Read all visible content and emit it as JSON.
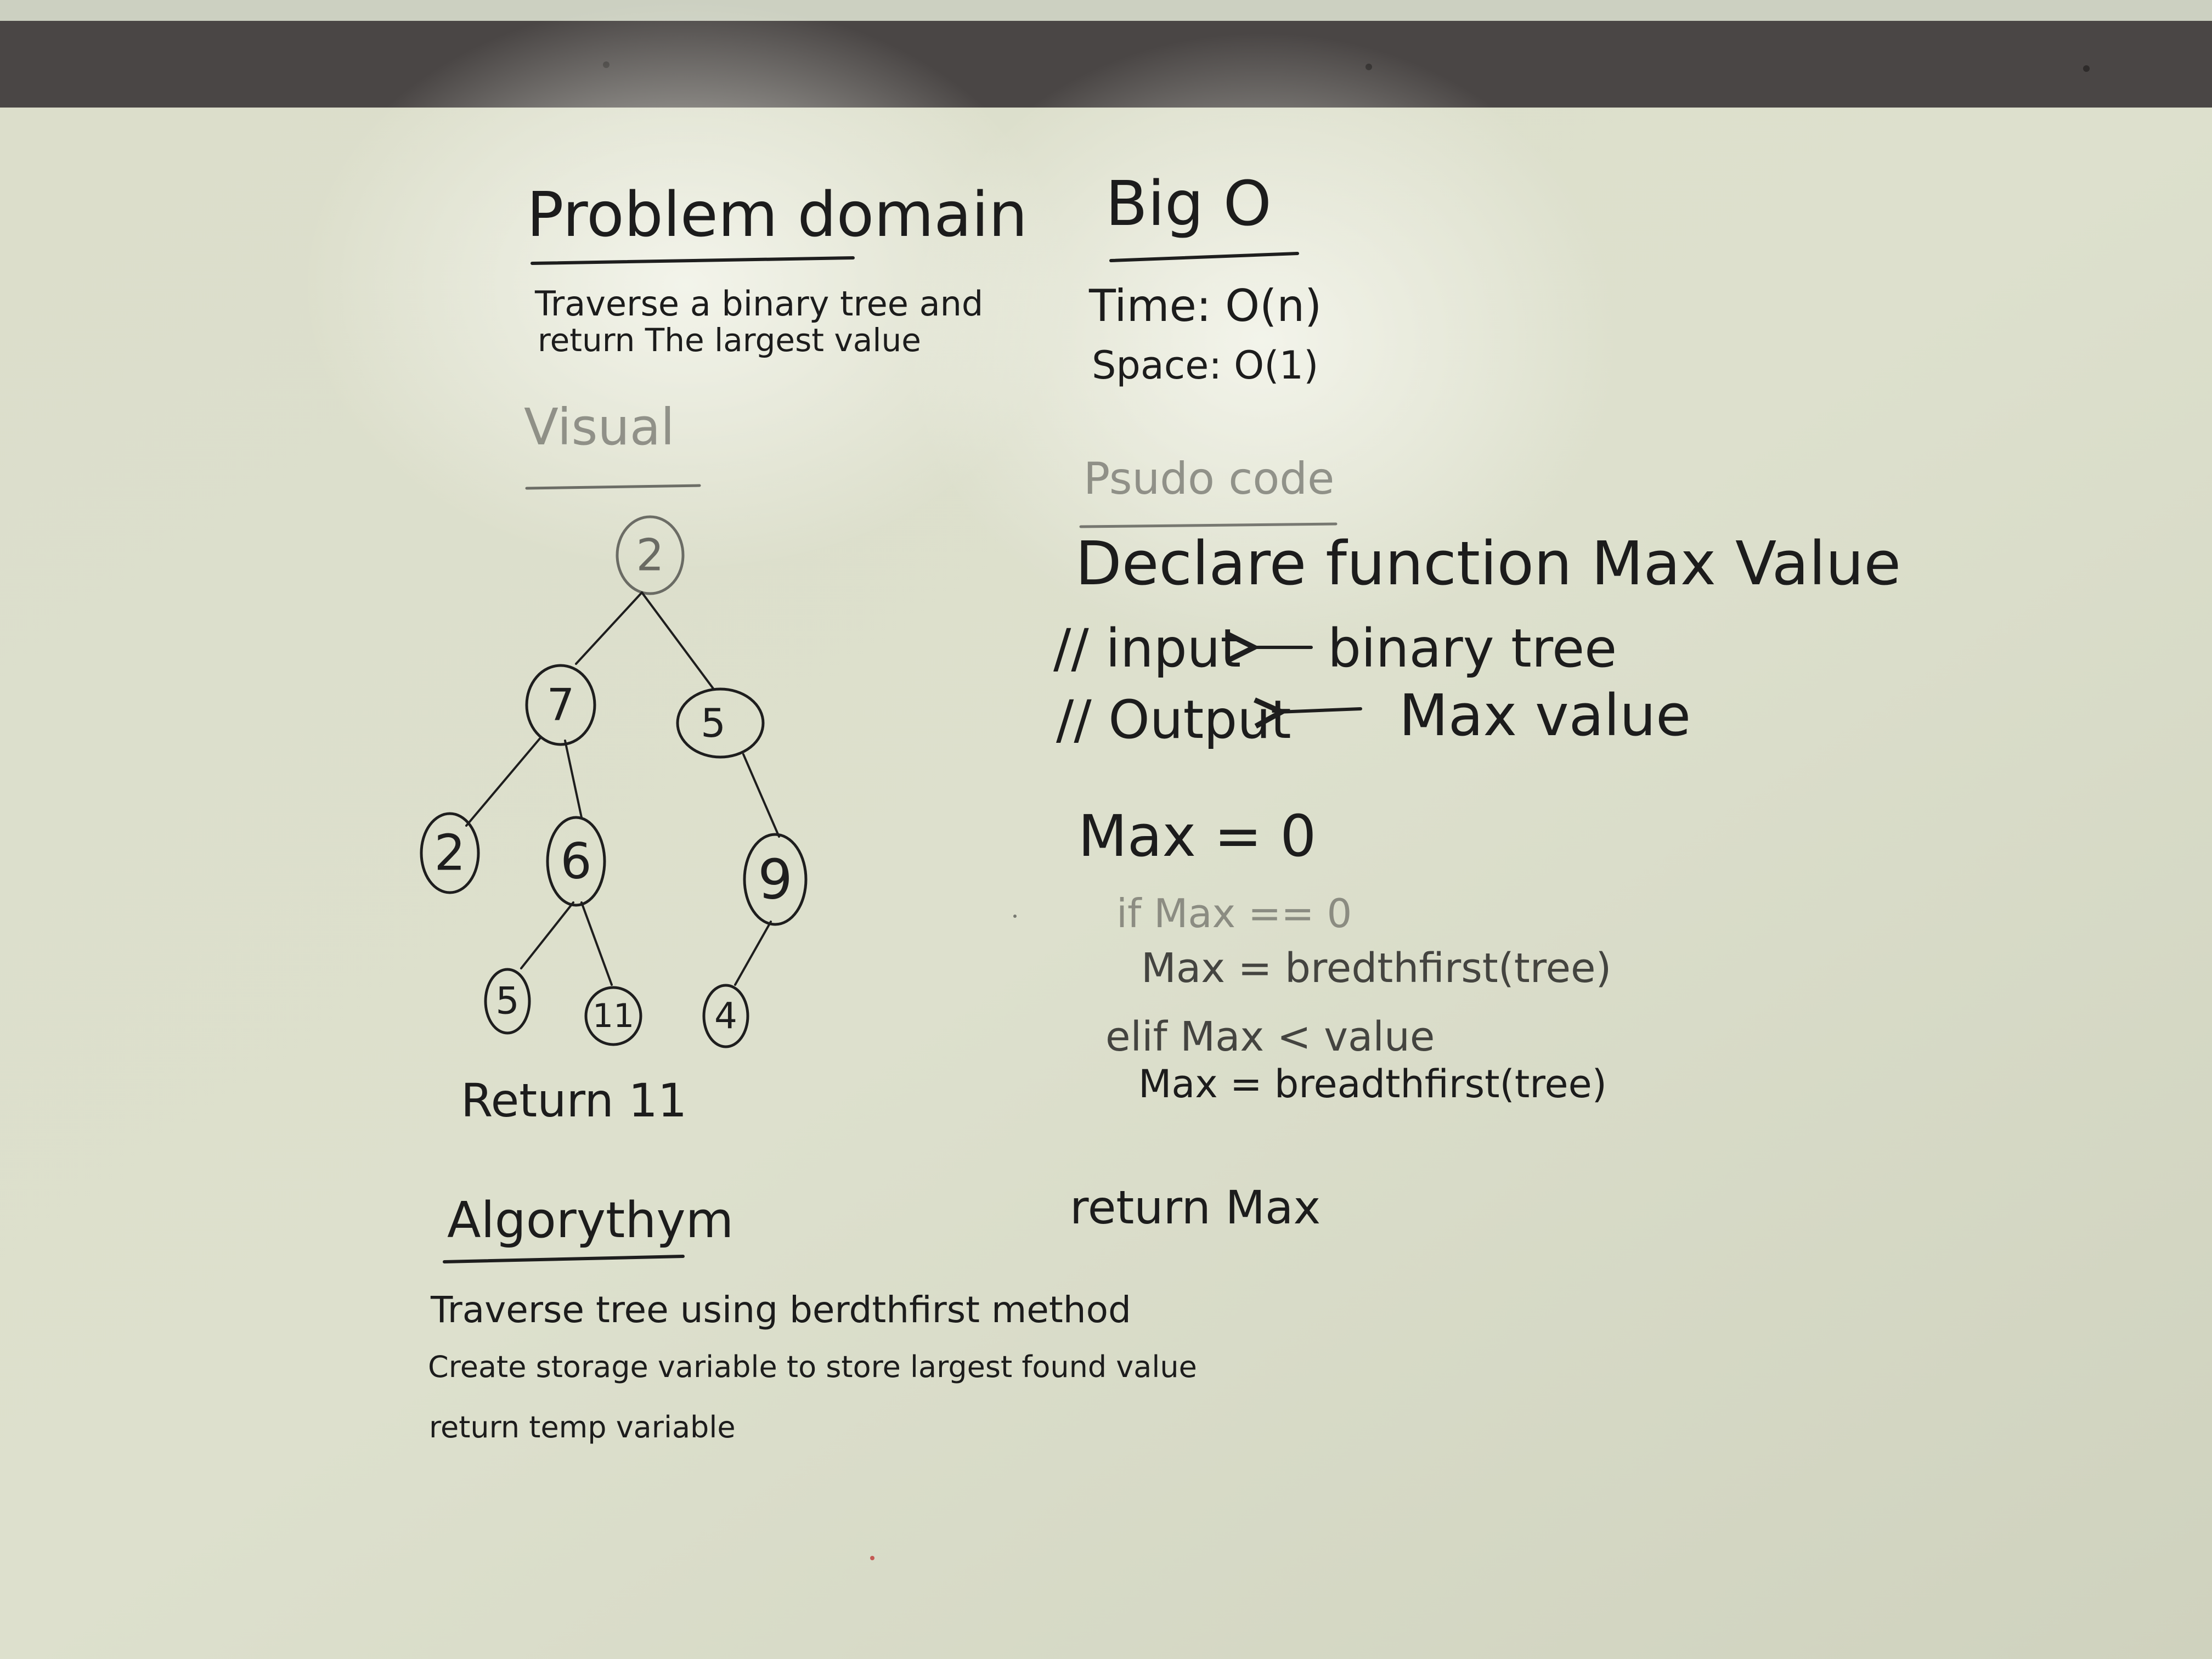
{
  "problem_domain": {
    "heading": "Problem domain",
    "line1": "Traverse a binary tree and",
    "line2": "return The largest value"
  },
  "big_o": {
    "heading": "Big O",
    "time": "Time: O(n)",
    "space": "Space: O(1)"
  },
  "visual": {
    "heading": "Visual",
    "tree": {
      "root": "2",
      "root_left": "7",
      "root_right": "5",
      "left_left": "2",
      "left_right": "6",
      "right_right": "9",
      "lr_left": "5",
      "lr_right": "11",
      "rr_left": "4"
    },
    "result": "Return 11"
  },
  "pseudo_code": {
    "heading": "Psudo code",
    "declare": "Declare function Max Value",
    "input_label": "// input",
    "input_value": "binary tree",
    "output_label": "// Output",
    "output_value": "Max value",
    "max_init": "Max = 0",
    "if_line": "if Max == 0",
    "if_body": "Max = bredthfirst(tree)",
    "elif_line": "elif Max < value",
    "elif_body": "Max = breadthfirst(tree)",
    "return_line": "return Max"
  },
  "algorithm": {
    "heading": "Algorythym",
    "step1": "Traverse tree using berdthfirst method",
    "step2": "Create storage variable to store largest found value",
    "step3": "return temp variable"
  },
  "colors": {
    "board": "#d7d9c6",
    "frame": "#4a4645",
    "ink": "#1e1e1e"
  }
}
